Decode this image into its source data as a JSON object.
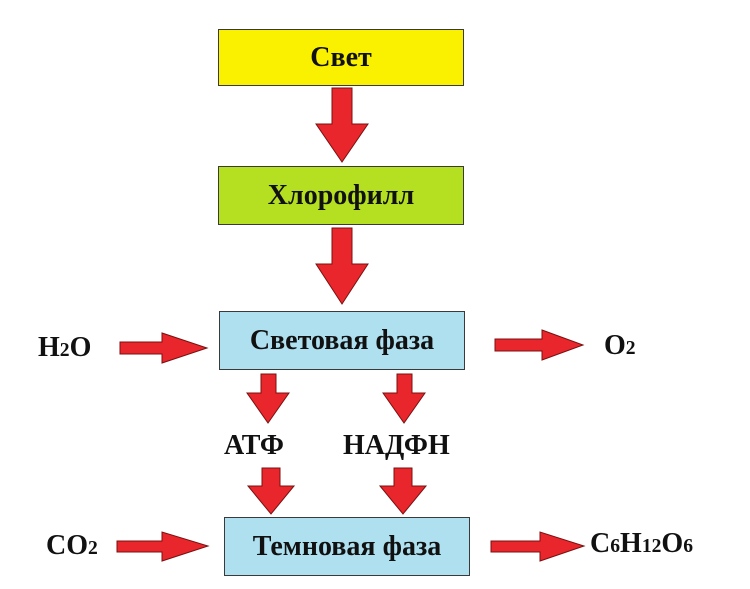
{
  "colors": {
    "light_box": "#f9f100",
    "chlorophyll_box": "#b4e021",
    "phase_box": "#aee0ef",
    "arrow": "#e8262b",
    "arrow_outline": "#7a1010"
  },
  "nodes": {
    "light": "Свет",
    "chlorophyll": "Хлорофилл",
    "light_phase": "Световая фаза",
    "dark_phase": "Темновая фаза"
  },
  "inputs": {
    "water": {
      "h": "H",
      "sub": "2",
      "o": "O"
    },
    "co2": {
      "c": "CO",
      "sub": "2"
    }
  },
  "outputs": {
    "oxygen": {
      "o": "O",
      "sub": "2"
    },
    "glucose": {
      "c": "C",
      "sc": "6",
      "h": "H",
      "sh": "12",
      "o": "O",
      "so": "6"
    }
  },
  "intermediates": {
    "atp": "АТФ",
    "nadph": "НАДФН"
  }
}
